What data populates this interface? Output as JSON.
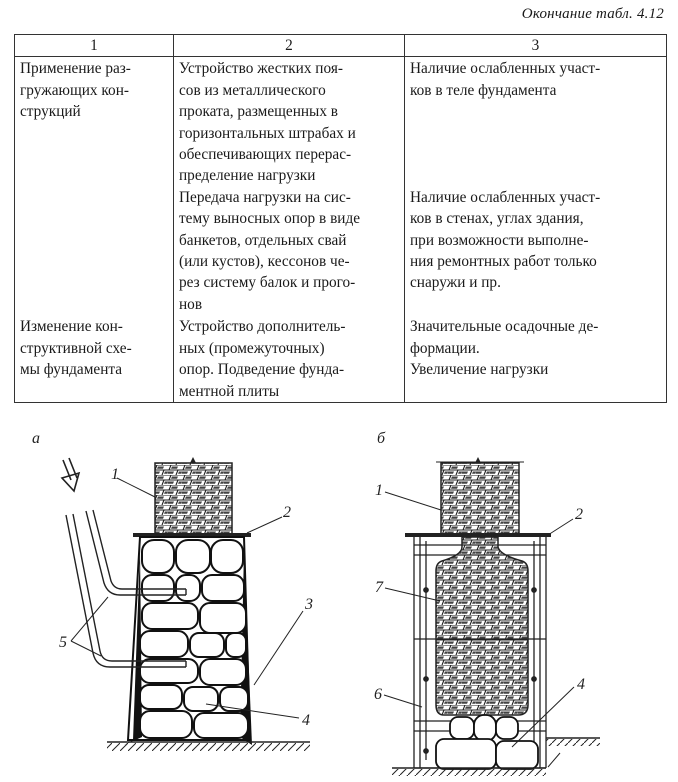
{
  "caption": "Окончание табл. 4.12",
  "table": {
    "headers": [
      "1",
      "2",
      "3"
    ],
    "rows": [
      {
        "col1": [
          "Применение раз-",
          "гружающих кон-",
          "струкций"
        ],
        "col2_items": [
          [
            "Устройство жестких поя-",
            "сов из металлического",
            "проката, размещенных в",
            "горизонтальных штрабах и",
            "обеспечивающих перерас-",
            "пределение нагрузки"
          ],
          [
            "Передача нагрузки на сис-",
            "тему выносных опор в виде",
            "банкетов, отдельных свай",
            "(или кустов), кессонов че-",
            "рез систему балок и прого-",
            "нов"
          ]
        ],
        "col3_items": [
          [
            "Наличие ослабленных участ-",
            "ков в теле фундамента"
          ],
          [
            "Наличие ослабленных участ-",
            "ков в стенах, углах здания,",
            "при возможности выполне-",
            "ния ремонтных работ только",
            "снаружи и пр."
          ]
        ]
      },
      {
        "col1": [
          "Изменение кон-",
          "структивной схе-",
          "мы фундамента"
        ],
        "col2_items": [
          [
            "Устройство дополнитель-",
            "ных (промежуточных)",
            "опор. Подведение фунда-",
            "ментной плиты"
          ]
        ],
        "col3_items": [
          [
            "Значительные осадочные де-",
            "формации."
          ],
          [
            "Увеличение нагрузки"
          ]
        ]
      }
    ]
  },
  "figure": {
    "panel_a": {
      "letter": "а",
      "labels": [
        "1",
        "2",
        "3",
        "4",
        "5"
      ]
    },
    "panel_b": {
      "letter": "б",
      "labels": [
        "1",
        "2",
        "7",
        "6",
        "4"
      ]
    }
  }
}
